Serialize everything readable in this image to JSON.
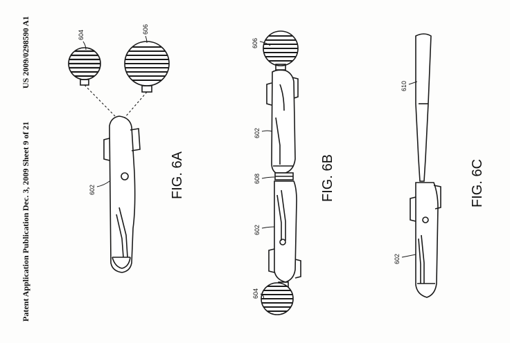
{
  "header": {
    "publication": "Patent Application Publication",
    "date_sheet": "Dec. 3, 2009   Sheet 9 of 21",
    "number": "US 2009/0298590 A1"
  },
  "figures": {
    "fig6a": {
      "label": "FIG. 6A",
      "refs": {
        "body": "602",
        "ball_small": "604",
        "ball_large": "606"
      }
    },
    "fig6b": {
      "label": "FIG. 6B",
      "refs": {
        "upper_body": "602",
        "lower_body": "602",
        "connector": "608",
        "ball_top": "606",
        "ball_bottom": "604"
      }
    },
    "fig6c": {
      "label": "FIG. 6C",
      "refs": {
        "body": "602",
        "bat": "610"
      }
    }
  },
  "colors": {
    "ink": "#1a1a1a",
    "paper": "#fdfdfc"
  }
}
